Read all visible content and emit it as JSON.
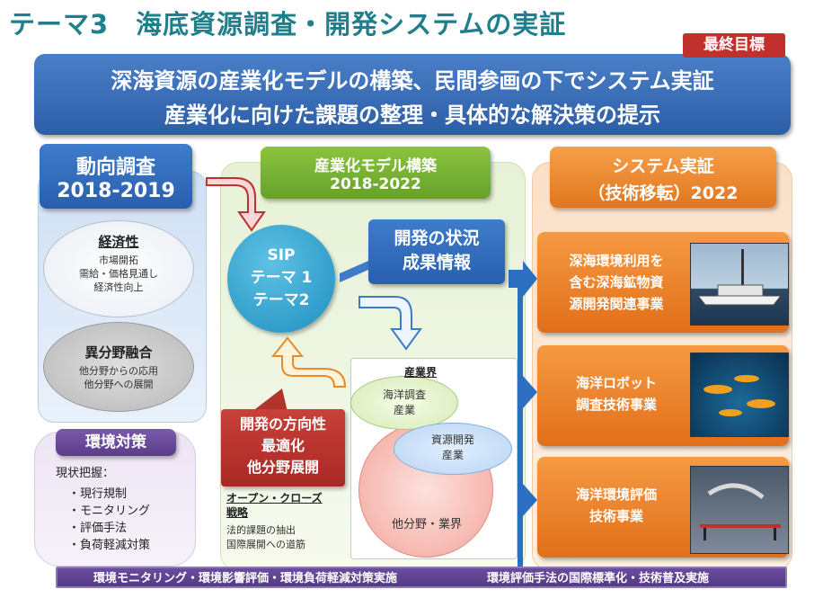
{
  "title": "テーマ3　海底資源調査・開発システムの実証",
  "goal": {
    "badge": "最終目標",
    "line1": "深海資源の産業化モデルの構築、民間参画の下でシステム実証",
    "line2": "産業化に向けた課題の整理・具体的な解決策の提示"
  },
  "trend": {
    "title": "動向調査",
    "years": "2018-2019",
    "economy": {
      "title": "経済性",
      "items": [
        "市場開拓",
        "需給・価格見通し",
        "経済性向上"
      ]
    },
    "fusion": {
      "title": "異分野融合",
      "items": [
        "他分野からの応用",
        "他分野への展開"
      ]
    }
  },
  "environment": {
    "title": "環境対策",
    "lead": "現状把握：",
    "items": [
      "・現行規制",
      "・モニタリング",
      "・評価手法",
      "・負荷軽減対策"
    ]
  },
  "model": {
    "title": "産業化モデル構築",
    "years": "2018-2022",
    "sip": [
      "SIP",
      "テーマ 1",
      "テーマ2"
    ],
    "progress": [
      "開発の状況",
      "成果情報"
    ],
    "direction": [
      "開発の方向性",
      "最適化",
      "他分野展開"
    ],
    "open_close": {
      "title": [
        "オープン・クローズ",
        "戦略"
      ],
      "items": [
        "法的課題の抽出",
        "国際展開への道筋"
      ]
    },
    "industry": {
      "title": "産業界",
      "marine_survey": [
        "海洋調査",
        "産業"
      ],
      "resource_dev": [
        "資源開発",
        "産業"
      ],
      "other": "他分野・業界"
    }
  },
  "system": {
    "title": "システム実証",
    "subtitle": "（技術移転）2022",
    "projects": [
      {
        "lines": [
          "深海環境利用を",
          "含む深海鉱物資",
          "源開発関連事業"
        ]
      },
      {
        "lines": [
          "海洋ロボット",
          "調査技術事業"
        ]
      },
      {
        "lines": [
          "海洋環境評価",
          "技術事業"
        ]
      }
    ]
  },
  "bottom_bar": {
    "left": "環境モニタリング・環境影響評価・環境負荷軽減対策実施",
    "right": "環境評価手法の国際標準化・技術普及実施"
  }
}
